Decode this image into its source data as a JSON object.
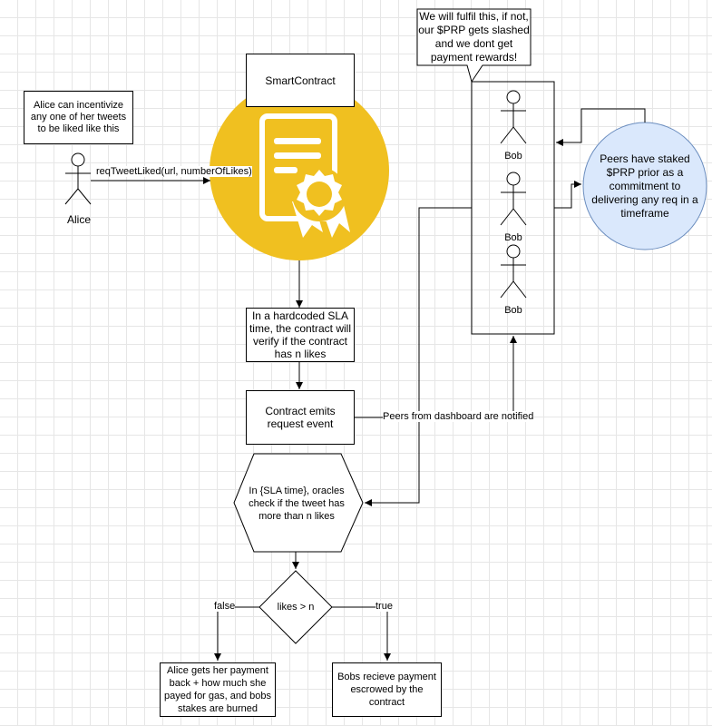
{
  "alice_note": "Alice can incentivize any one of her tweets to be liked like this",
  "alice_label": "Alice",
  "call_label": "reqTweetLiked(url, numberOfLikes)",
  "contract_title": "SmartContract",
  "sla_check": "In a hardcoded SLA time, the contract will verify if the contract has n likes",
  "emit_event": "Contract emits request event",
  "notify_label": "Peers from dashboard are notified",
  "oracle_check": "In {SLA time}, oracles check if the tweet has more than n likes",
  "decision": "likes > n",
  "false_label": "false",
  "true_label": "true",
  "alice_outcome": "Alice gets her payment back + how much she payed for gas, and bobs stakes are burned",
  "bob_outcome": "Bobs recieve payment escrowed by the contract",
  "bob_callout": "We will fulfil this, if not, our $PRP gets slashed and we dont get payment rewards!",
  "bobs": [
    "Bob",
    "Bob",
    "Bob"
  ],
  "peers_note": "Peers have staked $PRP prior as a commitment to delivering any req in a timeframe",
  "colors": {
    "contract_gold": "#f0c020",
    "peers_fill": "#dae8fc",
    "peers_stroke": "#6c8ebf"
  }
}
